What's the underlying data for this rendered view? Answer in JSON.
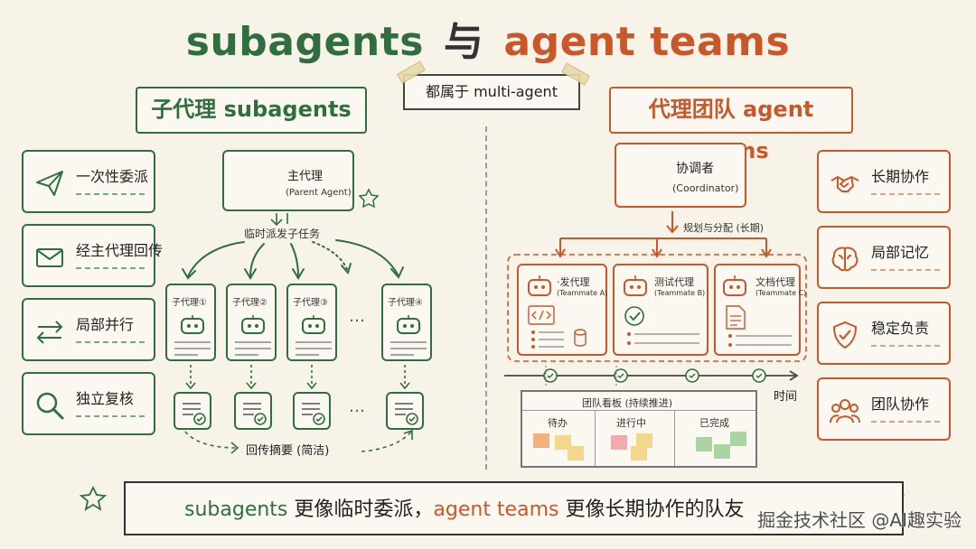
{
  "title": {
    "left": "subagents",
    "mid": "与",
    "right": "agent teams"
  },
  "tag": "都属于 multi-agent",
  "sub": {
    "header": "子代理 subagents",
    "cards": [
      {
        "label": "一次性委派",
        "icon": "paper-plane-icon"
      },
      {
        "label": "经主代理回传",
        "icon": "mail-icon"
      },
      {
        "label": "局部并行",
        "icon": "parallel-arrows-icon"
      },
      {
        "label": "独立复核",
        "icon": "magnifier-icon"
      }
    ],
    "main_agent": {
      "label": "主代理",
      "sub": "(Parent Agent)"
    },
    "dispatch": "临时派发子任务",
    "agents": [
      "子代理①",
      "子代理②",
      "子代理③",
      "子代理④"
    ],
    "ellipsis": "…",
    "return": "回传摘要 (简洁)"
  },
  "team": {
    "header": "代理团队 agent teams",
    "cards": [
      {
        "label": "长期协作",
        "icon": "handshake-icon"
      },
      {
        "label": "局部记忆",
        "icon": "brain-icon"
      },
      {
        "label": "稳定负责",
        "icon": "shield-check-icon"
      },
      {
        "label": "团队协作",
        "icon": "team-icon"
      }
    ],
    "coordinator": {
      "label": "协调者",
      "sub": "(Coordinator)"
    },
    "plan": "规划与分配 (长期)",
    "members": [
      {
        "label": "·发代理",
        "sub": "(Teammate A)"
      },
      {
        "label": "测试代理",
        "sub": "(Teammate B)"
      },
      {
        "label": "文档代理",
        "sub": "(Teammate C)"
      }
    ],
    "time": "时间",
    "board": {
      "title": "团队看板 (持续推进)",
      "cols": [
        "待办",
        "进行中",
        "已完成"
      ]
    }
  },
  "bottom": {
    "a": "subagents",
    "b": " 更像临时委派，",
    "c": "agent teams",
    "d": " 更像长期协作的队友"
  },
  "watermark": "掘金技术社区 @AI趣实验",
  "colors": {
    "green": "#2f6f3e",
    "orange": "#c8572a",
    "bg": "#f8f3e9"
  }
}
